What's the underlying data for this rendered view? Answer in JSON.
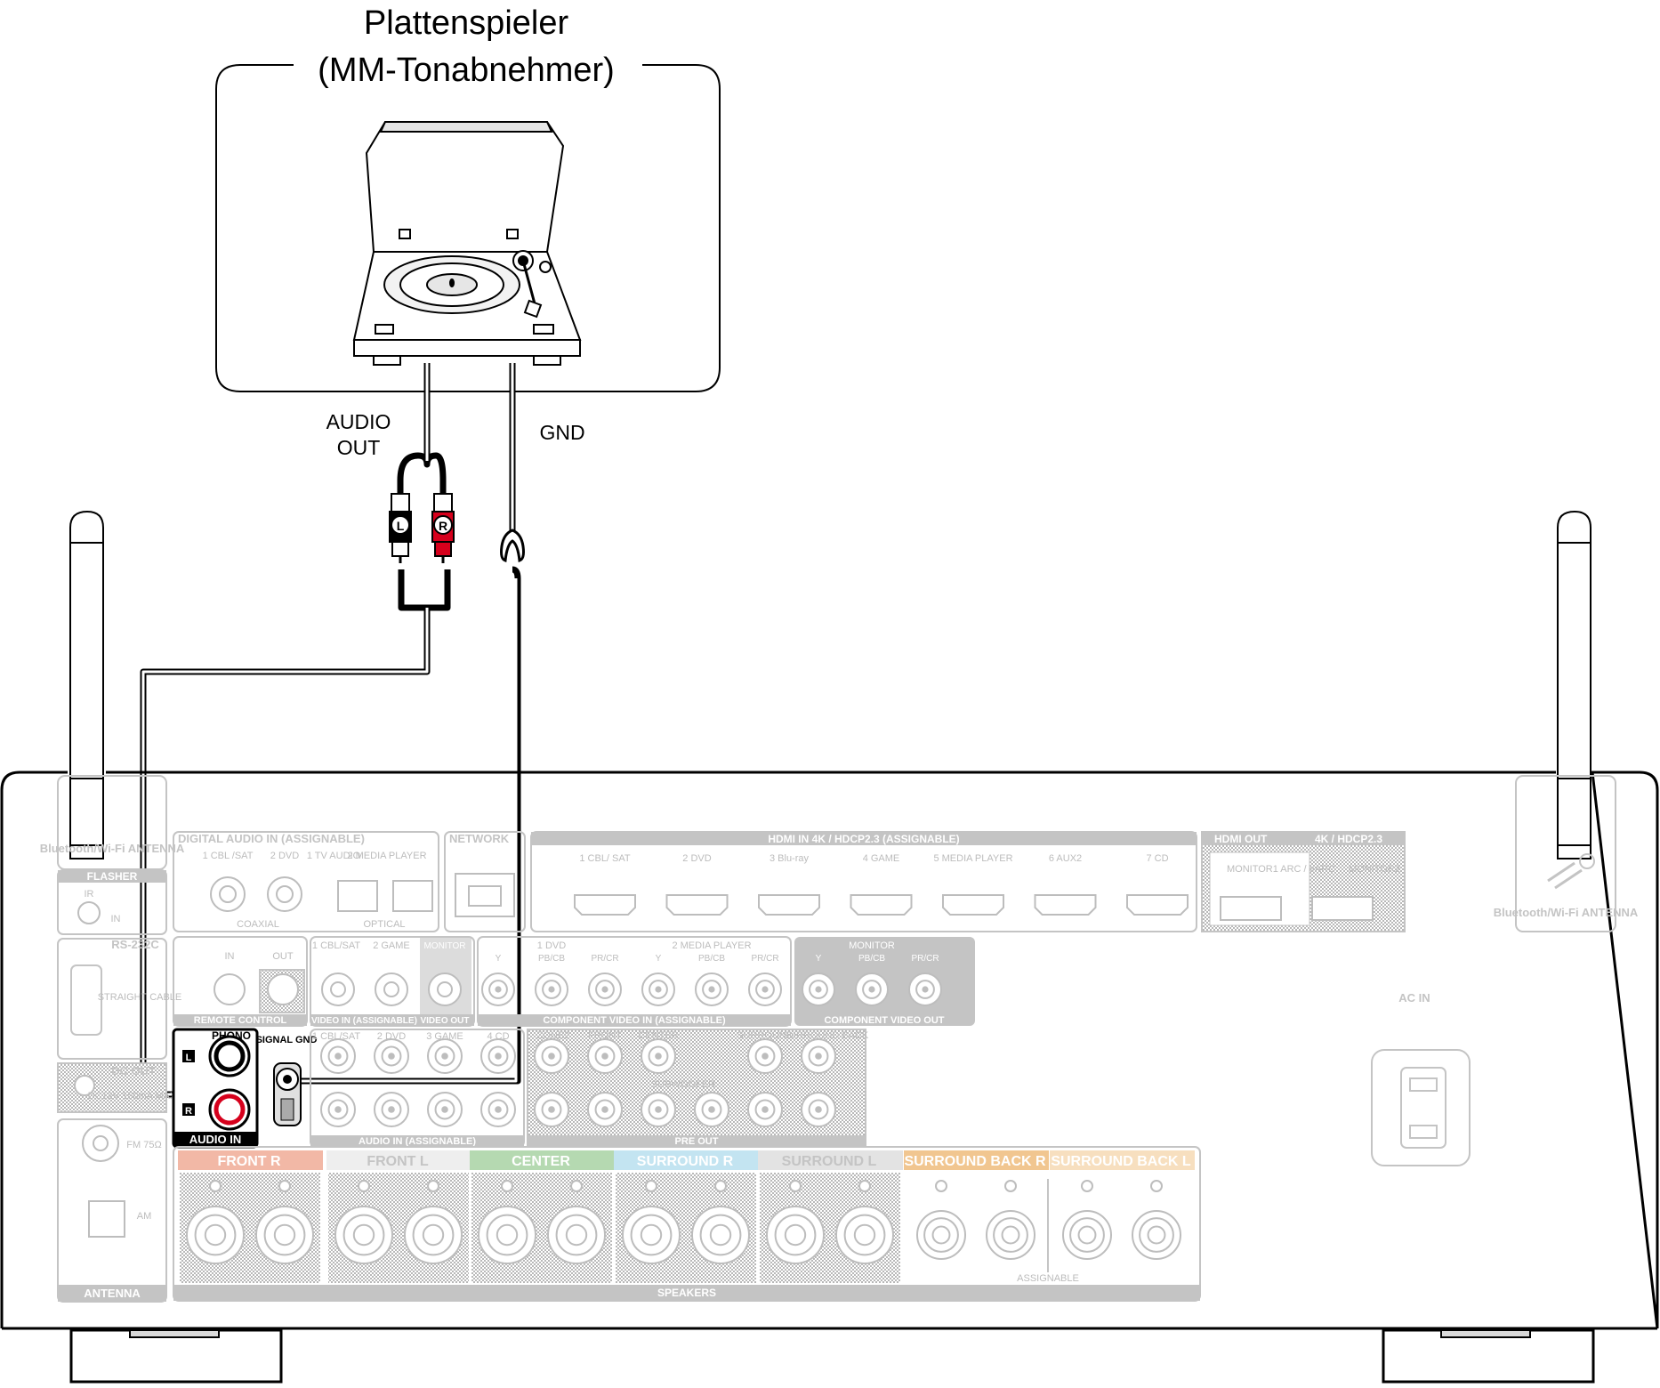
{
  "device": {
    "title_line1": "Plattenspieler",
    "title_line2": "(MM-Tonabnehmer)",
    "audio_out_line1": "AUDIO",
    "audio_out_line2": "OUT",
    "gnd": "GND",
    "plug_left": "L",
    "plug_right": "R"
  },
  "receiver": {
    "ac_in": "AC IN",
    "bt_antenna_left": "Bluetooth/Wi-Fi ANTENNA",
    "bt_antenna_right": "Bluetooth/Wi-Fi ANTENNA",
    "flasher": "FLASHER",
    "ir": "IR",
    "in": "IN",
    "rs232c": "RS-232C",
    "straight_cable": "STRAIGHT CABLE",
    "dc_out": "DC OUT",
    "dc_spec": "DC12V 150mA MAX.",
    "fm": "FM 75Ω",
    "am": "AM",
    "antenna": "ANTENNA",
    "digital_audio_in": "DIGITAL AUDIO IN (ASSIGNABLE)",
    "coaxial": "COAXIAL",
    "optical": "OPTICAL",
    "coax_1": "1 CBL /SAT",
    "coax_2": "2 DVD",
    "opt_1": "1 TV AUDIO",
    "opt_2": "2 MEDIA PLAYER",
    "network": "NETWORK",
    "hdmi_in": "HDMI IN 4K / HDCP2.3 (ASSIGNABLE)",
    "hdmi_inputs": [
      "1 CBL/ SAT",
      "2 DVD",
      "3 Blu-ray",
      "4 GAME",
      "5 MEDIA PLAYER",
      "6 AUX2",
      "7 CD"
    ],
    "hdmi_out": "HDMI OUT",
    "hdmi_out_spec": "4K / HDCP2.3",
    "monitor1": "MONITOR1 ARC / eARC",
    "monitor2": "MONITOR2",
    "remote_in": "IN",
    "remote_out": "OUT",
    "remote_control": "REMOTE CONTROL",
    "video_in_1": "1 CBL/SAT",
    "video_in_2": "2 GAME",
    "video_monitor": "MONITOR",
    "video_in": "VIDEO IN (ASSIGNABLE)",
    "video_out": "VIDEO OUT",
    "comp_1": "1 DVD",
    "comp_2": "2 MEDIA PLAYER",
    "comp_y": "Y",
    "comp_pb": "PB/CB",
    "comp_pr": "PR/CR",
    "component_video_in": "COMPONENT VIDEO IN (ASSIGNABLE)",
    "comp_monitor": "MONITOR",
    "component_video_out": "COMPONENT VIDEO OUT",
    "phono": "PHONO",
    "audio_in": "AUDIO IN",
    "phono_l": "L",
    "phono_r": "R",
    "signal_gnd": "SIGNAL GND",
    "audio_in_1": "1 CBL/SAT",
    "audio_in_2": "2 DVD",
    "audio_in_3": "3 GAME",
    "audio_in_4": "4 CD",
    "audio_in_assignable": "AUDIO IN (ASSIGNABLE)",
    "zone2": "ZONE2",
    "pre_front": "FRONT",
    "pre_center": "CENTER",
    "pre_surround": "SURROUND",
    "pre_surround_back": "SURROUND BACK",
    "subwoofer": "SUBWOOFER",
    "pre_out": "PRE OUT",
    "speakers": "SPEAKERS",
    "assignable": "ASSIGNABLE",
    "spk_front_r": "FRONT R",
    "spk_front_l": "FRONT L",
    "spk_center": "CENTER",
    "spk_surround_r": "SURROUND R",
    "spk_surround_l": "SURROUND L",
    "spk_sb_r": "SURROUND BACK R",
    "spk_sb_l": "SURROUND BACK L"
  },
  "colors": {
    "front_r": "#f2b8a6",
    "front_l": "#eeeeee",
    "center": "#b5d9b1",
    "surround_r": "#c3e4f1",
    "surround_l": "#e3e3e3",
    "surround_back_r": "#f1c690",
    "surround_back_l": "#f7dfbf",
    "plug_red": "#d6001c",
    "cable": "#000000"
  }
}
